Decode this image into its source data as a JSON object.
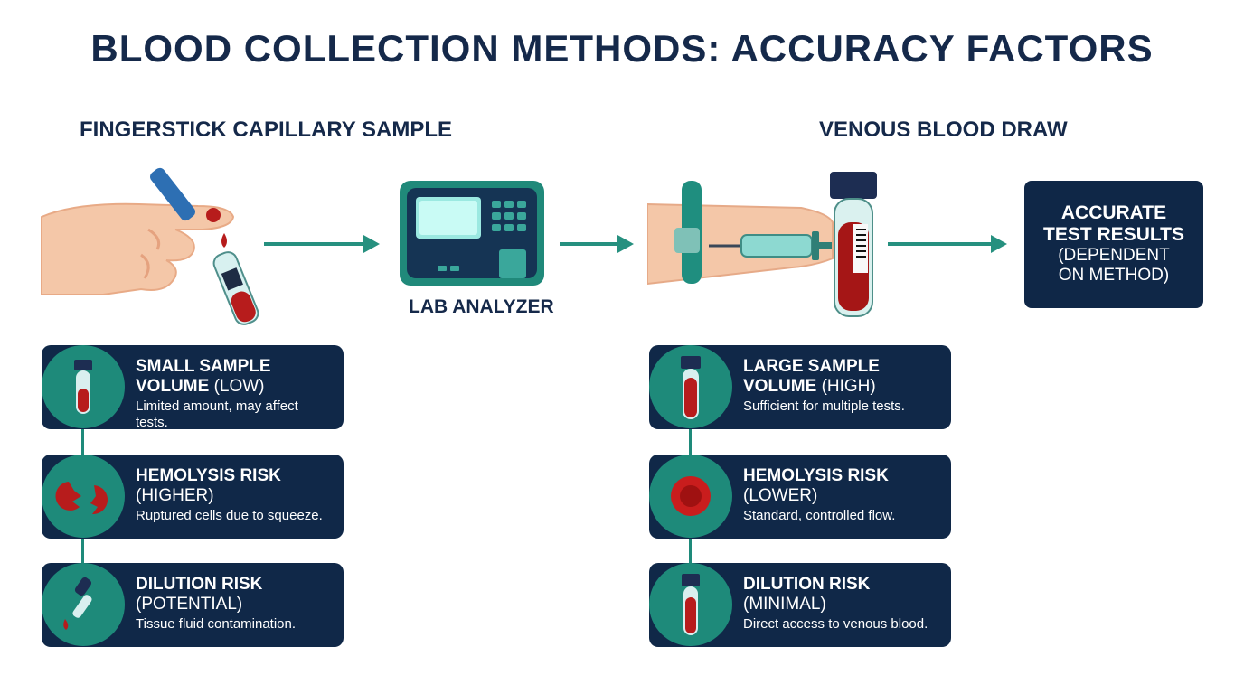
{
  "title": "BLOOD COLLECTION METHODS: ACCURACY FACTORS",
  "left_section": {
    "title": "FINGERSTICK CAPILLARY SAMPLE",
    "cards": [
      {
        "heading": "SMALL SAMPLE",
        "heading2": "VOLUME",
        "qualifier": "(LOW)",
        "desc": "Limited amount, may affect tests.",
        "icon": "small-tube-icon"
      },
      {
        "heading": "HEMOLYSIS RISK",
        "qualifier": "(HIGHER)",
        "desc": "Ruptured cells due to squeeze.",
        "icon": "ruptured-cells-icon"
      },
      {
        "heading": "DILUTION RISK",
        "qualifier": "(POTENTIAL)",
        "desc": "Tissue fluid contamination.",
        "icon": "dropper-icon"
      }
    ]
  },
  "middle": {
    "label": "LAB ANALYZER"
  },
  "right_section": {
    "title": "VENOUS BLOOD DRAW",
    "cards": [
      {
        "heading": "LARGE SAMPLE",
        "heading2": "VOLUME",
        "qualifier": "(HIGH)",
        "desc": "Sufficient for multiple tests.",
        "icon": "large-tube-icon"
      },
      {
        "heading": "HEMOLYSIS RISK",
        "qualifier": "(LOWER)",
        "desc": "Standard, controlled flow.",
        "icon": "intact-cell-icon"
      },
      {
        "heading": "DILUTION RISK",
        "qualifier": "(MINIMAL)",
        "desc": "Direct access to venous blood.",
        "icon": "tube-icon"
      }
    ]
  },
  "result": {
    "line1": "ACCURATE",
    "line2": "TEST RESULTS",
    "line3": "(DEPENDENT",
    "line4": "ON METHOD)"
  },
  "colors": {
    "navy": "#102848",
    "teal": "#1e8a7a",
    "blood": "#b71c1c"
  }
}
